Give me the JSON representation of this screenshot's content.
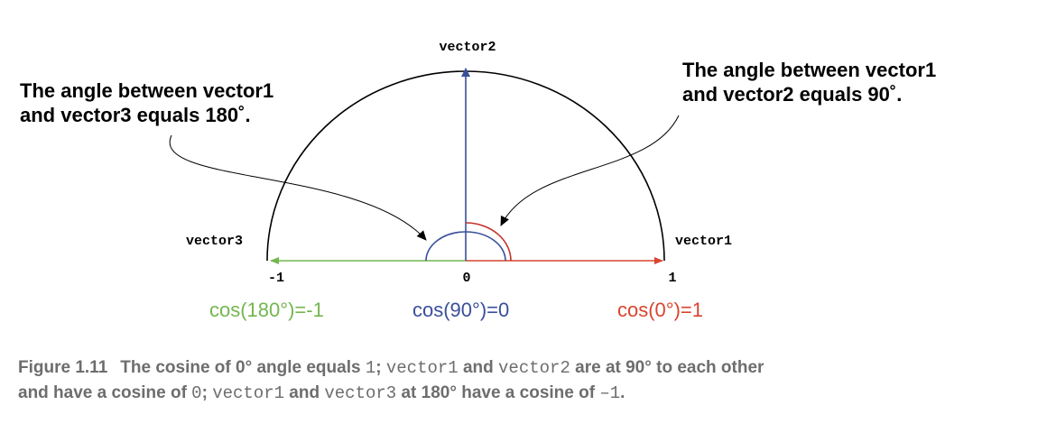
{
  "labels": {
    "vector1": "vector1",
    "vector2": "vector2",
    "vector3": "vector3",
    "tick_neg1": "-1",
    "tick_zero": "0",
    "tick_pos1": "1"
  },
  "cosines": {
    "cos180": "cos(180°)=-1",
    "cos90": "cos(90°)=0",
    "cos0": "cos(0°)=1"
  },
  "annotations": {
    "left_line1": "The angle between vector1",
    "left_line2": "and vector3 equals 180˚.",
    "right_line1": "The angle between vector1",
    "right_line2": "and vector2 equals 90˚."
  },
  "caption": {
    "figure_number": "Figure 1.11",
    "p1": "The cosine of 0° angle equals ",
    "c1": "1",
    "p2": "; ",
    "c2": "vector1",
    "p3": " and ",
    "c3": "vector2",
    "p4": " are at 90° to each other",
    "p5": "and have a cosine of ",
    "c4": "0",
    "p6": "; ",
    "c5": "vector1",
    "p7": " and ",
    "c6": "vector3",
    "p8": " at 180° have a cosine of ",
    "c7": "–1",
    "p9": "."
  },
  "colors": {
    "vector1": "#d9452e",
    "vector2": "#3a4f9a",
    "vector3": "#74b650",
    "circle": "#000000",
    "caption": "#6d6d6d"
  }
}
